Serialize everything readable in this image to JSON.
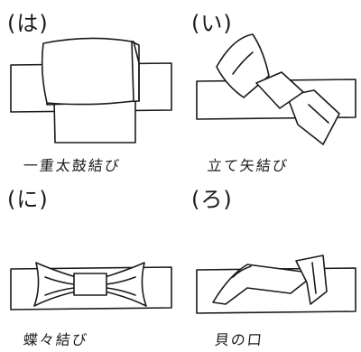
{
  "panels": {
    "ha": {
      "label": "(は)",
      "caption": "一重太鼓結び"
    },
    "i": {
      "label": "(い)",
      "caption": "立て矢結び"
    },
    "ni": {
      "label": "(に)",
      "caption": "蝶々結び"
    },
    "ro": {
      "label": "(ろ)",
      "caption": "貝の口"
    }
  }
}
